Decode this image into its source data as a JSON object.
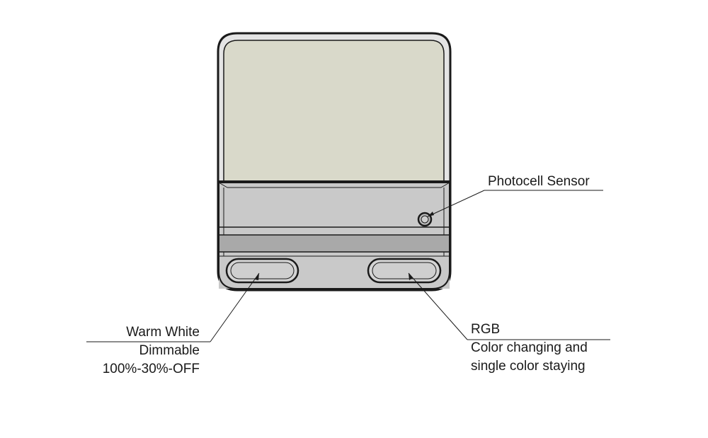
{
  "labels": {
    "photocell": "Photocell Sensor",
    "warm_white": {
      "line1": "Warm White",
      "line2": "Dimmable",
      "line3": "100%-30%-OFF"
    },
    "rgb": {
      "line1": "RGB",
      "line2": "Color changing and",
      "line3": "single color staying"
    }
  },
  "colors": {
    "panel_face": "#d9d9ca",
    "body_gray": "#c8c8c8",
    "band_dark": "#a9a9a9",
    "outline": "#1a1a1a"
  }
}
